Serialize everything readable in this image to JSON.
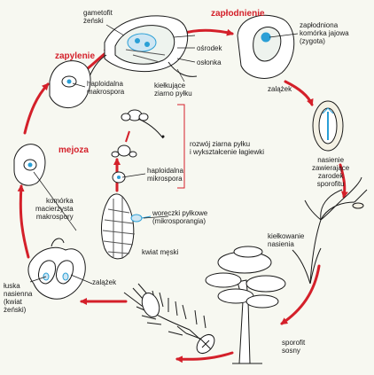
{
  "labels": {
    "gametofit_zenski": "gametofit\nżeński",
    "zaplodnienie": "zapłodnienie",
    "osrodek": "ośrodek",
    "oslonka": "osłonka",
    "kielkujace_ziarno": "kiełkujące\nziarno pyłku",
    "zaplodniona_komorka": "zapłodniona\nkomórka jajowa\n(zygota)",
    "zalazek_top": "zalążek",
    "zapylenie": "zapylenie",
    "haploidalna_makrospora": "haploidalna\nmakrospora",
    "nasienie": "nasienie\nzawierające\nzarodek\nsporofitu",
    "mejoza": "mejoza",
    "rozwoj": "rozwój ziarna pyłku\ni wykształcenie łagiewki",
    "haploidalna_mikrospora": "haploidalna\nmikrospora",
    "komorka_macierzysta": "komórka\nmacierzysta\nmakrospory",
    "woreczki": "woreczki pyłkowe\n(mikrosporangia)",
    "kielkowanie": "kiełkowanie\nnasienia",
    "kwiat_meski": "kwiat męski",
    "zalazek_bottom": "zalążek",
    "luska": "łuska\nnasienna\n(kwiat\nżeński)",
    "sporofit": "sporofit\nsosny"
  },
  "colors": {
    "cycle_arrow": "#d4202a",
    "accent_blue": "#2a9fd6",
    "line": "#1a1a1a",
    "background": "#f7f8f1"
  }
}
